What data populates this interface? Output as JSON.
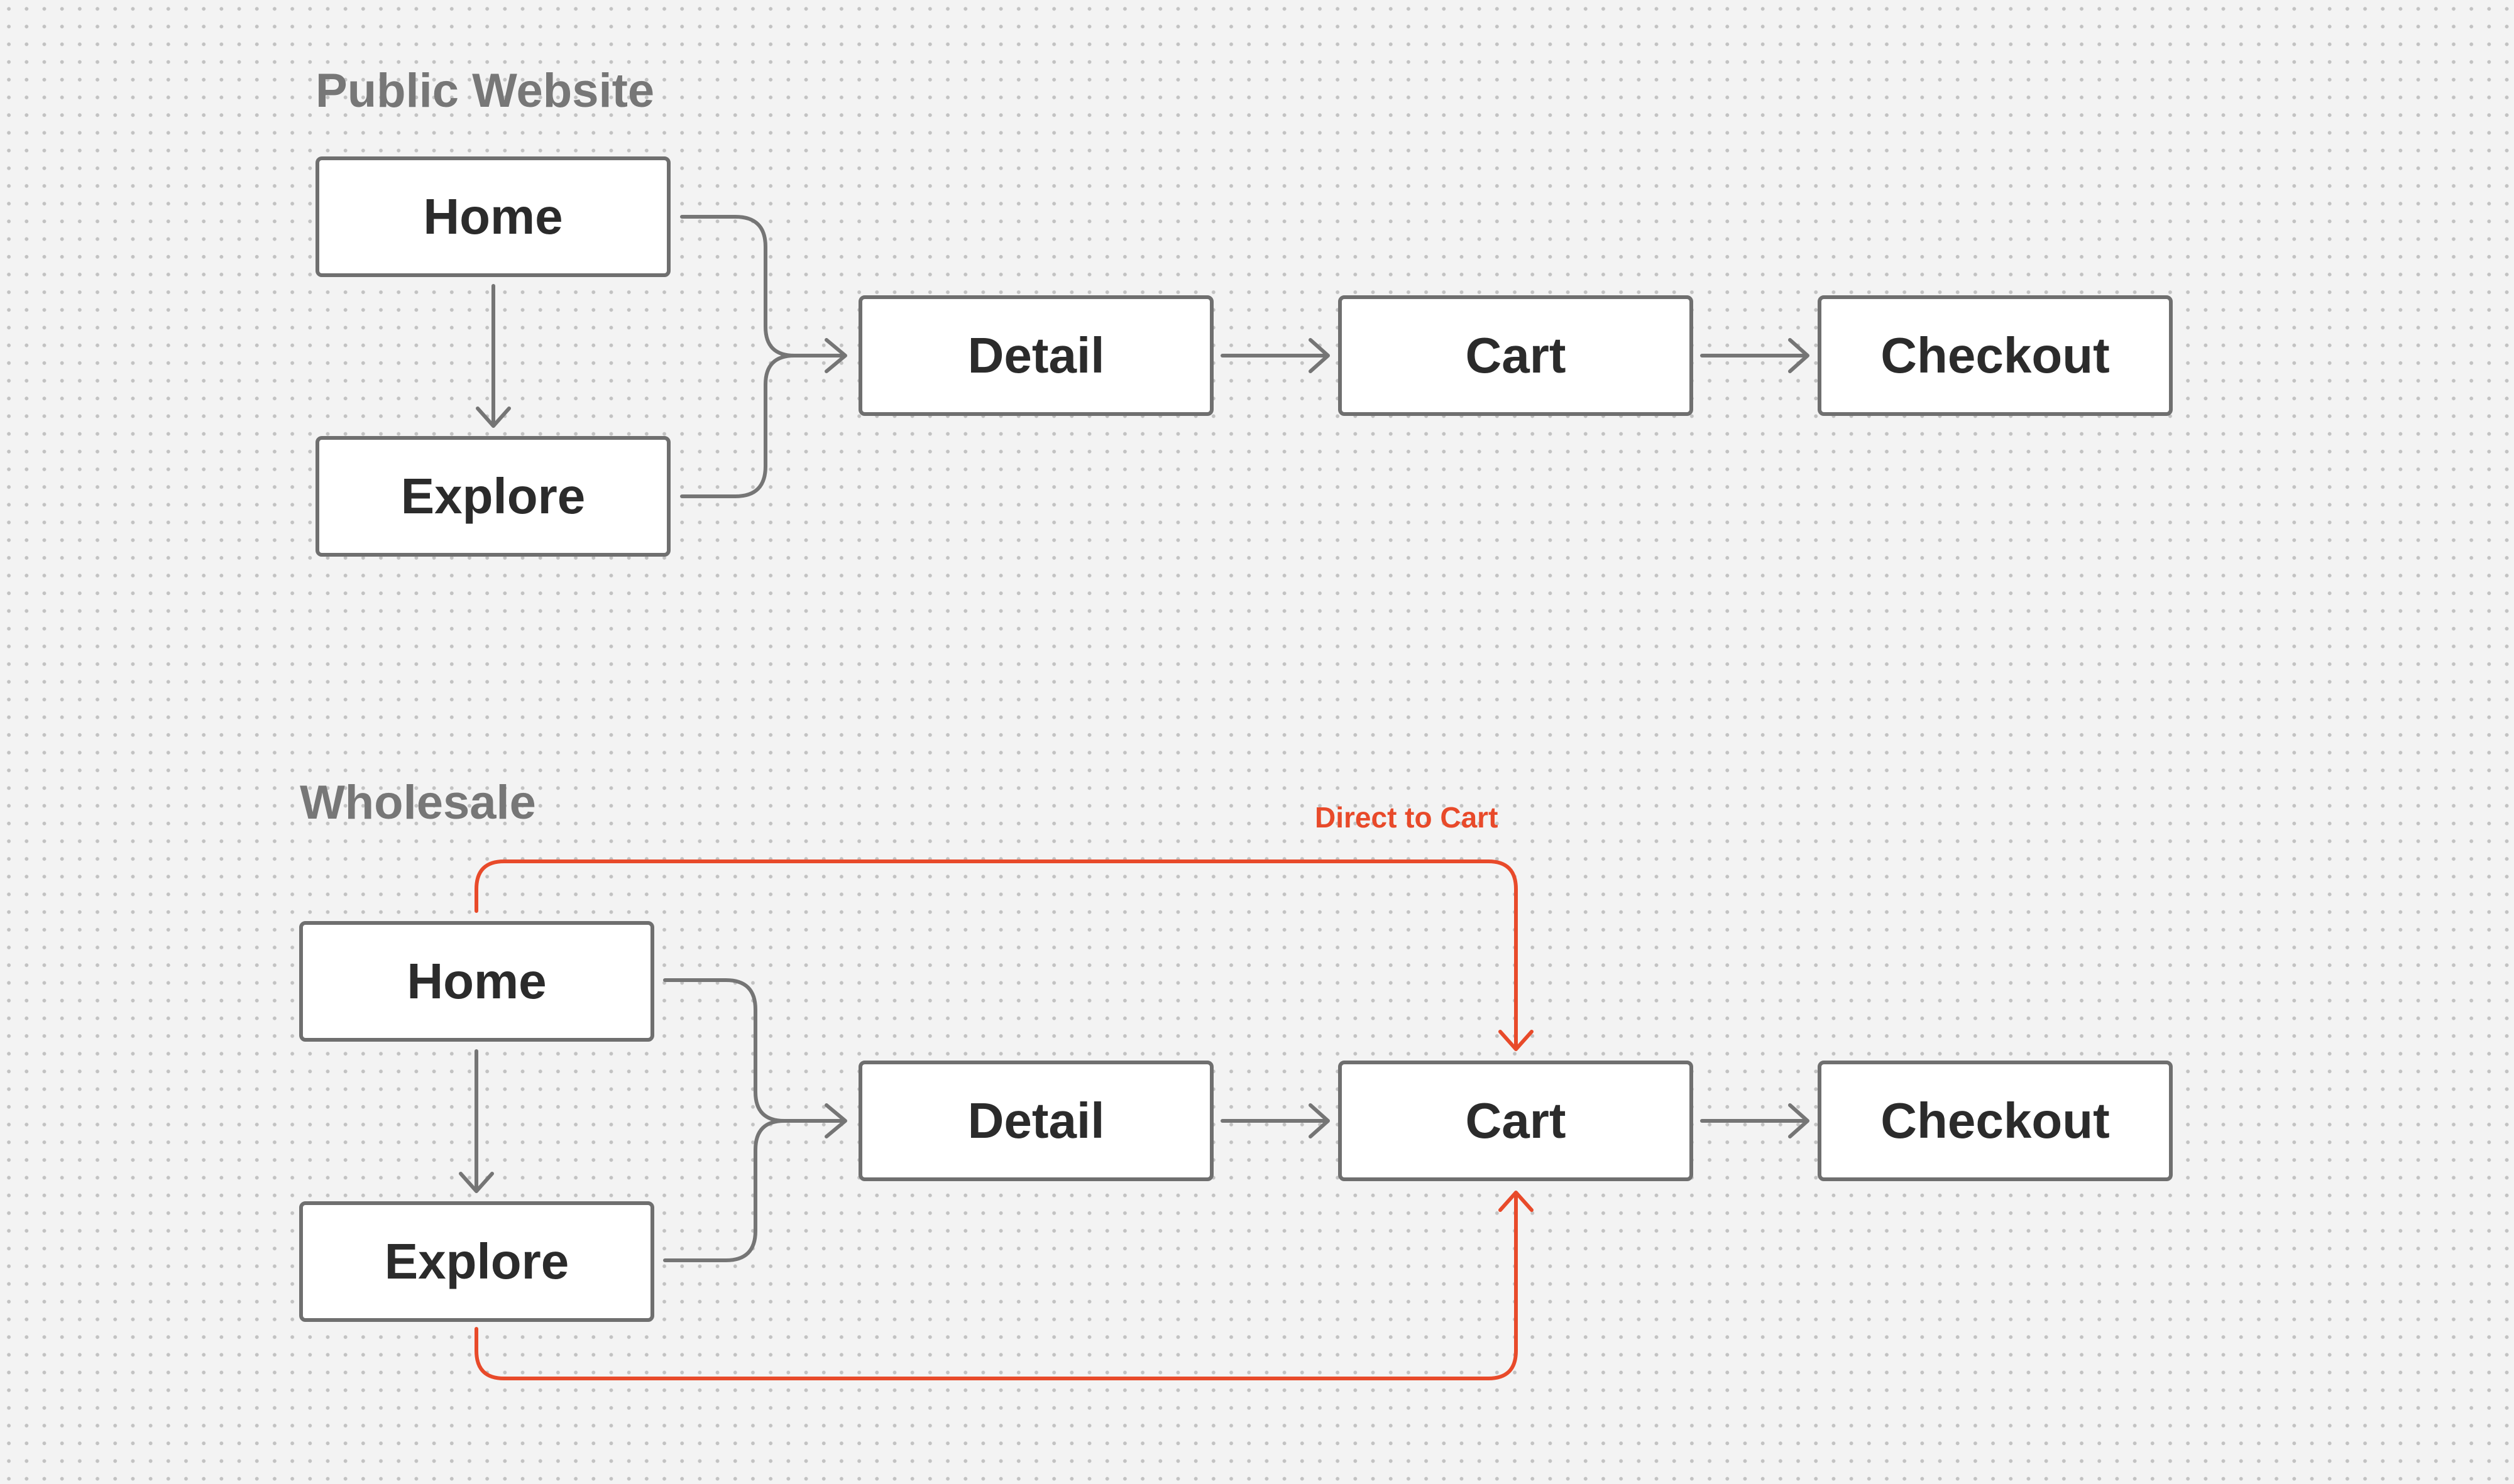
{
  "sections": [
    {
      "title": "Public Website",
      "nodes": {
        "home": "Home",
        "explore": "Explore",
        "detail": "Detail",
        "cart": "Cart",
        "checkout": "Checkout"
      }
    },
    {
      "title": "Wholesale",
      "nodes": {
        "home": "Home",
        "explore": "Explore",
        "detail": "Detail",
        "cart": "Cart",
        "checkout": "Checkout"
      },
      "shortcut_label": "Direct to Cart"
    }
  ],
  "colors": {
    "line": "#757575",
    "accent": "#e84a2a",
    "title": "#777777",
    "node_border": "#6f6f6f"
  }
}
